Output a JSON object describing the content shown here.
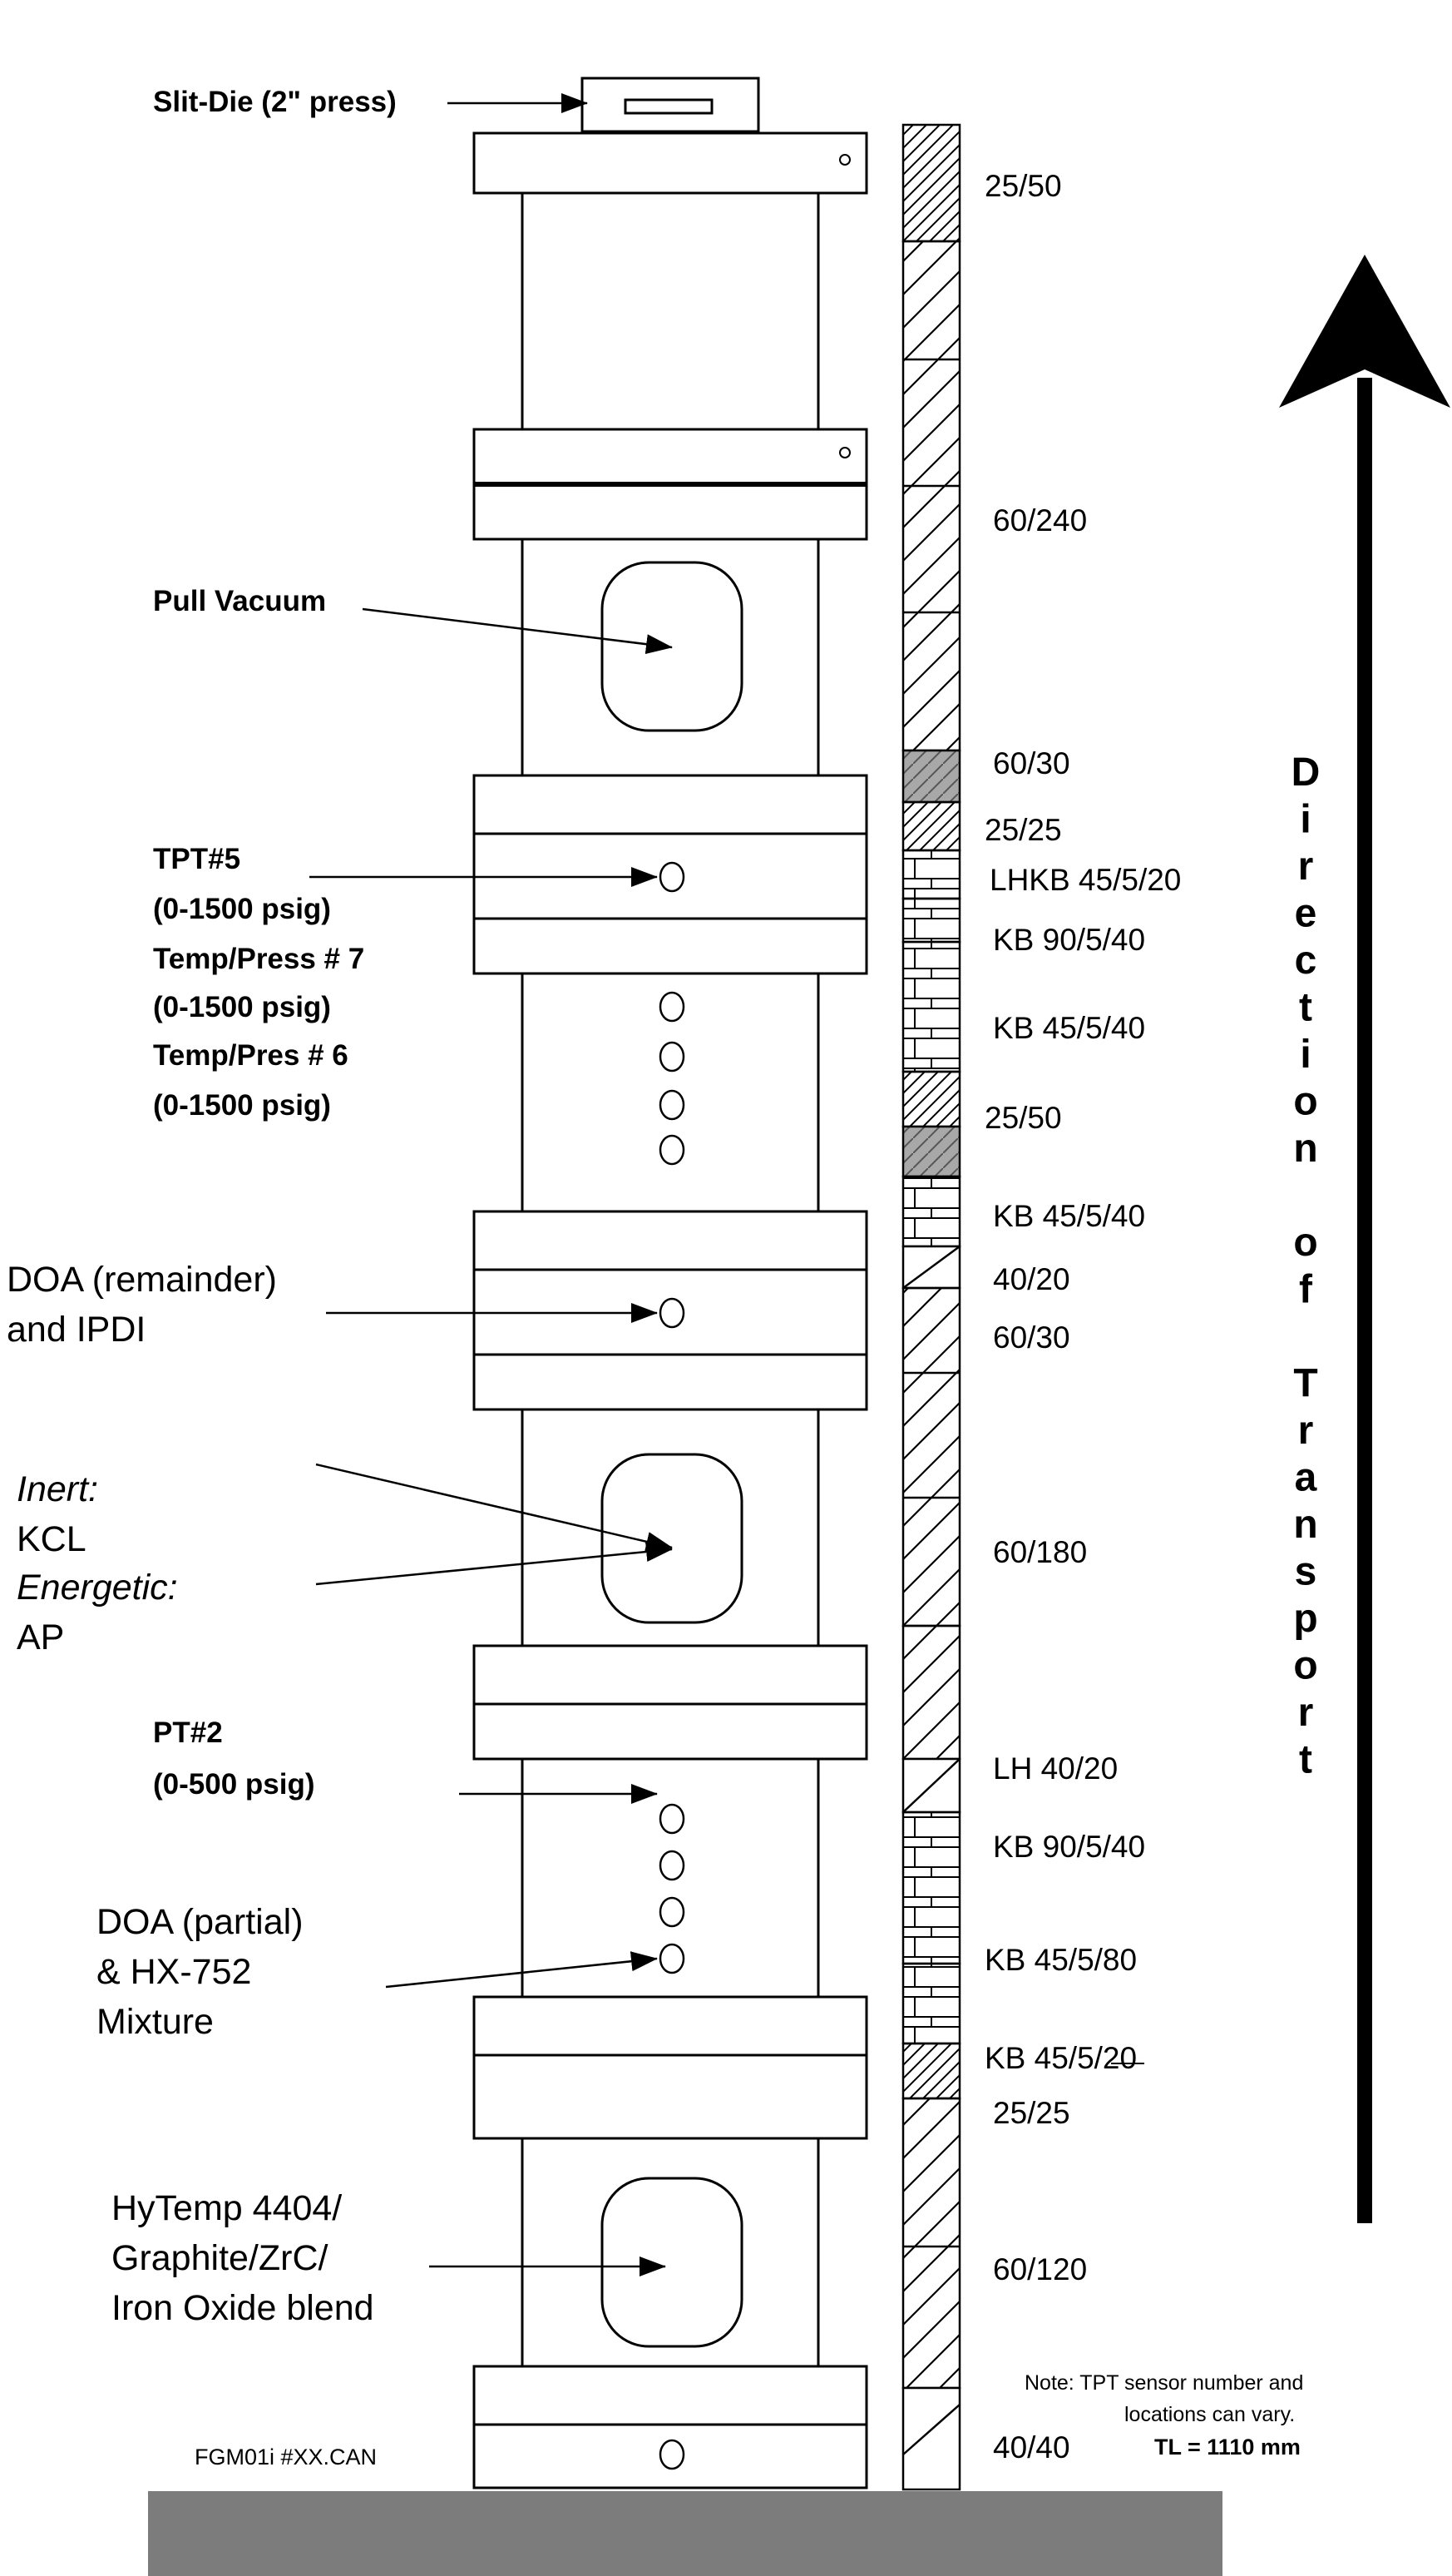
{
  "slit_die_label": "Slit-Die (2\" press)",
  "left_labels": {
    "pull_vacuum": "Pull Vacuum",
    "tpt5": "TPT#5",
    "tpt5_range": "(0-1500 psig)",
    "temp_press7": "Temp/Press # 7",
    "temp_press7_range": "(0-1500 psig)",
    "temp_pres6": "Temp/Pres # 6",
    "temp_pres6_range": "(0-1500 psig)",
    "doa_remainder": "DOA (remainder)",
    "and_ipdi": "and IPDI",
    "inert": "Inert:",
    "kcl": "KCL",
    "energetic": "Energetic:",
    "ap": "AP",
    "pt2": "PT#2",
    "pt2_range": "(0-500 psig)",
    "doa_partial": "DOA (partial)",
    "hx752": "& HX-752",
    "mixture": "Mixture",
    "hytemp": "HyTemp 4404/",
    "graphite": "Graphite/ZrC/",
    "iron_oxide": "Iron Oxide blend"
  },
  "screw_elements": [
    "25/50",
    "60/240",
    "60/30",
    "25/25",
    "LHKB 45/5/20",
    "KB 90/5/40",
    "KB 45/5/40",
    "25/50",
    "KB 45/5/40",
    "40/20",
    "60/30",
    "60/180",
    "LH 40/20",
    "KB 90/5/40",
    "KB 45/5/80",
    "KB 45/5/20",
    "25/25",
    "60/120",
    "40/40"
  ],
  "direction_label": [
    "D",
    "i",
    "r",
    "e",
    "c",
    "t",
    "i",
    "o",
    "n",
    "",
    "o",
    "f",
    "",
    "T",
    "r",
    "a",
    "n",
    "s",
    "p",
    "o",
    "r",
    "t"
  ],
  "note_line1": "Note:  TPT sensor number and",
  "note_line2": "locations can vary.",
  "note_tl": "TL = 1110 mm",
  "file_label": "FGM01i #XX.CAN"
}
